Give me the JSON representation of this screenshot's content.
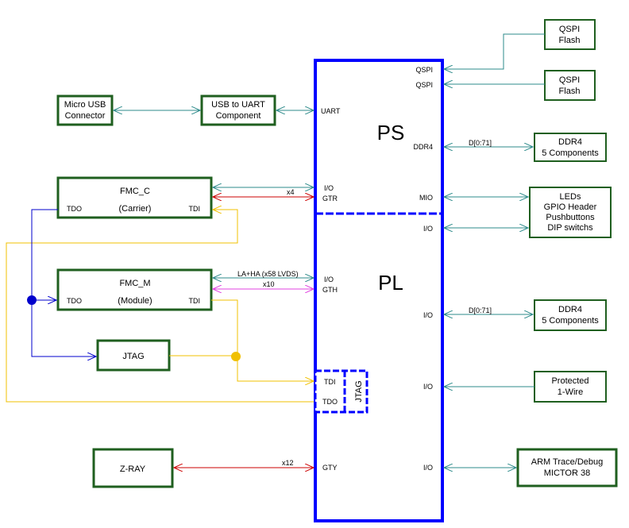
{
  "colors": {
    "fpga_border": "#0000ff",
    "box_border": "#1f5f1f",
    "teal_line": "#2e8b8b",
    "red_line": "#cc0000",
    "magenta_line": "#e040e0",
    "yellow_line": "#f0c000",
    "blue_line": "#0000cc"
  },
  "fpga": {
    "ps_label": "PS",
    "pl_label": "PL",
    "jtag_label": "JTAG",
    "ports": {
      "qspi1": "QSPI",
      "qspi2": "QSPI",
      "uart": "UART",
      "ddr4": "DDR4",
      "io_c": "I/O",
      "gtr": "GTR",
      "mio": "MIO",
      "io_right1": "I/O",
      "io_m": "I/O",
      "gth": "GTH",
      "io_right2": "I/O",
      "tdi": "TDI",
      "io_right3": "I/O",
      "tdo": "TDO",
      "gty": "GTY",
      "io_right4": "I/O"
    }
  },
  "blocks": {
    "micro_usb": [
      "Micro USB",
      "Connector"
    ],
    "usb_uart": [
      "USB to UART",
      "Component"
    ],
    "fmc_c": {
      "title": "FMC_C",
      "subtitle": "(Carrier)",
      "tdo": "TDO",
      "tdi": "TDI"
    },
    "fmc_m": {
      "title": "FMC_M",
      "subtitle": "(Module)",
      "tdo": "TDO",
      "tdi": "TDI"
    },
    "jtag": "JTAG",
    "zray": "Z-RAY",
    "qspi_flash_1": [
      "QSPI",
      "Flash"
    ],
    "qspi_flash_2": [
      "QSPI",
      "Flash"
    ],
    "ddr4_ps": [
      "DDR4",
      "5 Components"
    ],
    "leds": [
      "LEDs",
      "GPIO Header",
      "Pushbuttons",
      "DIP switchs"
    ],
    "ddr4_pl": [
      "DDR4",
      "5 Components"
    ],
    "protected": [
      "Protected",
      "1-Wire"
    ],
    "arm_trace": [
      "ARM Trace/Debug",
      "MICTOR 38"
    ]
  },
  "bus_labels": {
    "gtr_x4": "x4",
    "fmc_m_io": "LA+HA (x58 LVDS)",
    "gth_x10": "x10",
    "ddr4_ps_bus": "D[0:71]",
    "ddr4_pl_bus": "D[0:71]",
    "gty_x12": "x12"
  }
}
